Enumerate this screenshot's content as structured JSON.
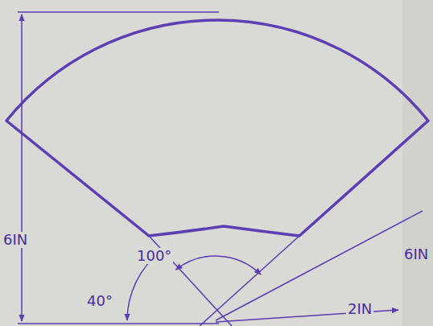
{
  "diagram": {
    "labels": [
      "6IN",
      "100°",
      "40°",
      "2IN",
      "6IN"
    ]
  }
}
